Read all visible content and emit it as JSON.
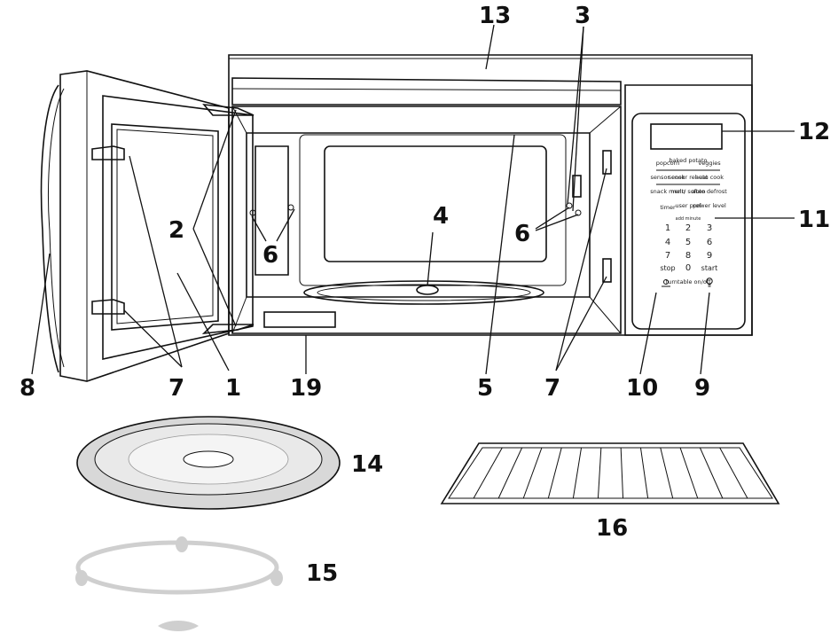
{
  "callouts": {
    "c1": "1",
    "c2": "2",
    "c3": "3",
    "c4": "4",
    "c5": "5",
    "c6a": "6",
    "c6b": "6",
    "c7a": "7",
    "c7b": "7",
    "c8": "8",
    "c9": "9",
    "c10": "10",
    "c11": "11",
    "c12": "12",
    "c13": "13",
    "c14": "14",
    "c15": "15",
    "c16": "16",
    "c19": "19"
  },
  "keypad": {
    "row1": [
      "popcorn",
      "baked potato",
      "veggies"
    ],
    "row2": [
      "sensor cook",
      "sensor reheat",
      "auto cook"
    ],
    "row3": [
      "snack menu",
      "melt/ soften",
      "auto defrost"
    ],
    "row4": [
      "timer",
      "user pref",
      "power level"
    ],
    "minutes_label": "add minute",
    "digits": [
      "1",
      "2",
      "3",
      "4",
      "5",
      "6",
      "7",
      "8",
      "9",
      "stop",
      "0",
      "start"
    ],
    "row_bottom": [
      "fan",
      "turntable on/off",
      "light"
    ]
  }
}
